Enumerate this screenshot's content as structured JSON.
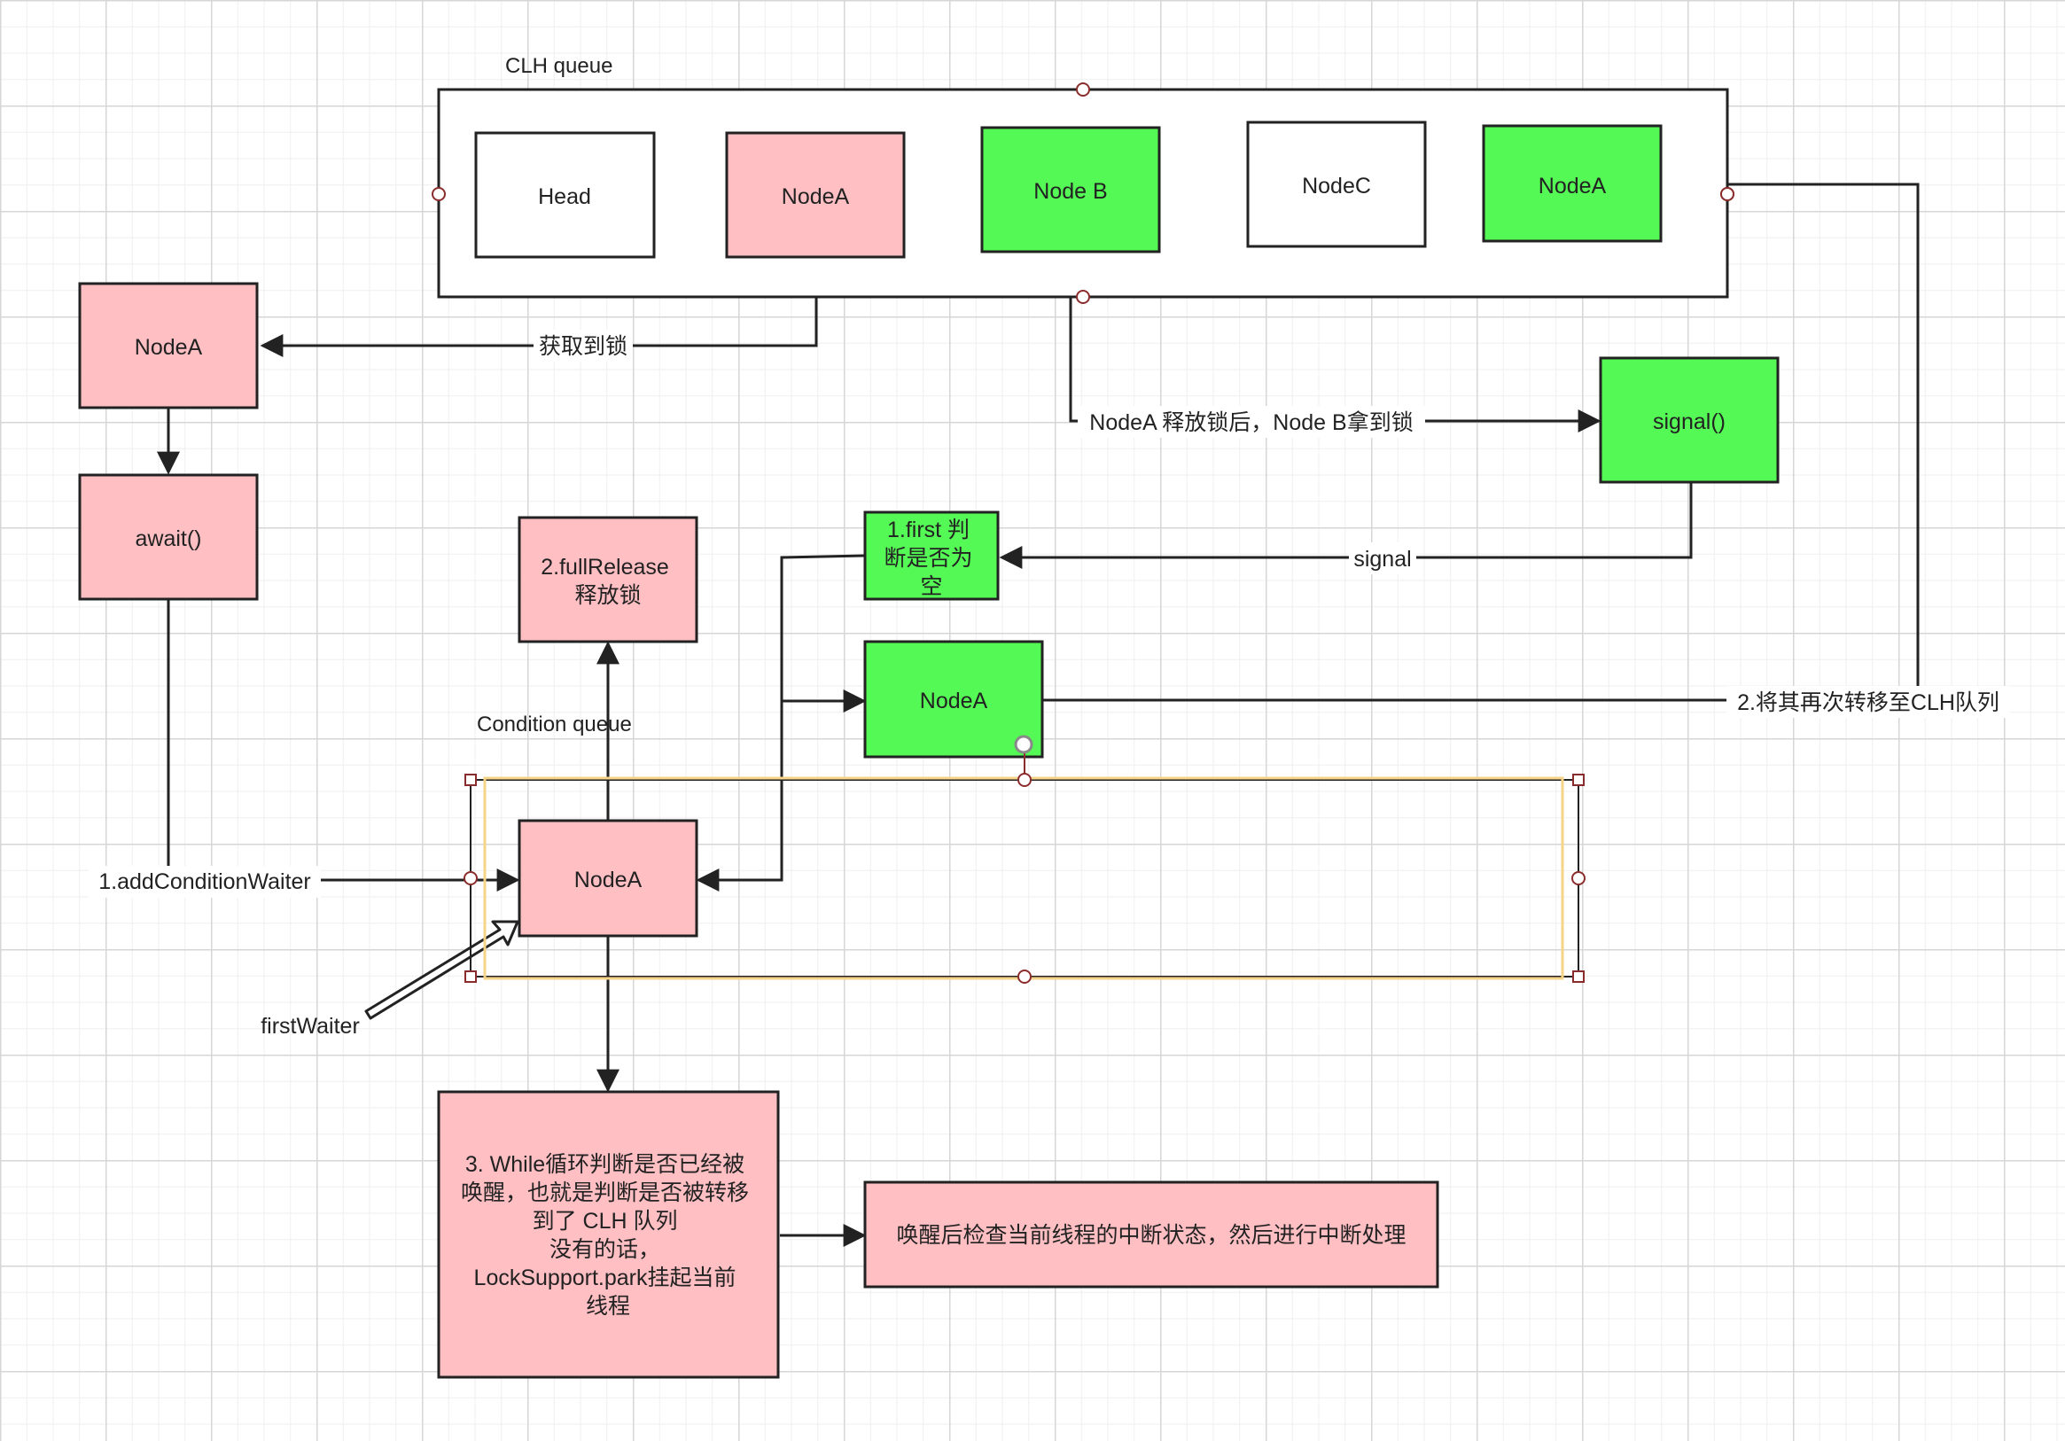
{
  "colors": {
    "pink": "#ffbfc3",
    "green": "#55f955",
    "white": "#ffffff",
    "stroke": "#222222",
    "selection": "#f5d48a",
    "handle": "#8b2c2c"
  },
  "diagram": {
    "captions": {
      "clh_queue": "CLH queue",
      "condition_queue": "Condition queue"
    },
    "nodes": {
      "clh_head": "Head",
      "clh_node_a": "NodeA",
      "clh_node_b": "Node B",
      "clh_node_c": "NodeC",
      "clh_node_a_tail": "NodeA",
      "node_a_lock": "NodeA",
      "await": "await()",
      "full_release": [
        "2.fullRelease",
        "释放锁"
      ],
      "cond_node_a": "NodeA",
      "while_check": [
        "3. While循环判断是否已经被",
        "唤醒，也就是判断是否被转移",
        "到了 CLH 队列",
        "没有的话，",
        "LockSupport.park挂起当前",
        "线程"
      ],
      "interrupt_check": "唤醒后检查当前线程的中断状态，然后进行中断处理",
      "signal_method": "signal()",
      "first_check": [
        "1.first 判",
        "断是否为",
        "空"
      ],
      "transfer_node_a": "NodeA"
    },
    "edge_labels": {
      "acquire_lock": "获取到锁",
      "release_then_b": "NodeA 释放锁后，Node B拿到锁",
      "signal": "signal",
      "add_waiter": "1.addConditionWaiter",
      "transfer_back": "2.将其再次转移至CLH队列",
      "first_waiter": "firstWaiter"
    }
  }
}
